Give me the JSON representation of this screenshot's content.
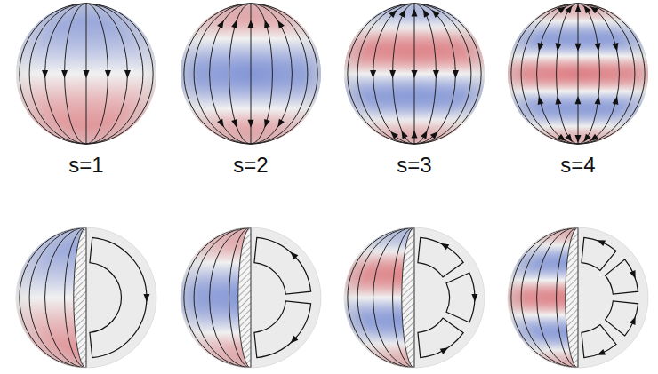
{
  "diagram": {
    "labels": [
      "s=1",
      "s=2",
      "s=3",
      "s=4"
    ]
  }
}
